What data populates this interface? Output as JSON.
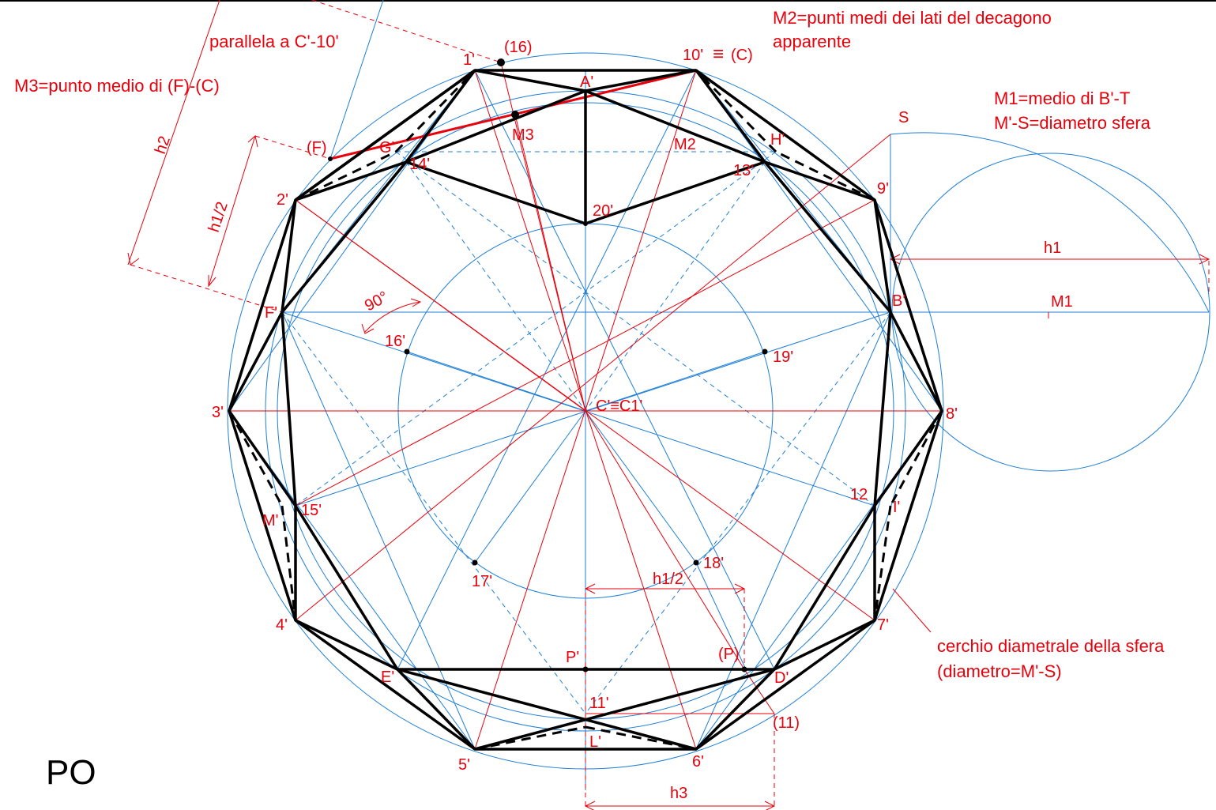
{
  "title": "PO",
  "notes": {
    "m2_line1": "M2=punti medi dei lati del decagono",
    "m2_line2": "apparente",
    "m3": "M3=punto medio di (F)-(C)",
    "parallel": "parallela a C'-10'",
    "m1_line1": "M1=medio di B'-T",
    "m1_line2": "M'-S=diametro sfera",
    "sphere_line1": "cerchio diametrale della sfera",
    "sphere_line2": "(diametro=M'-S)"
  },
  "dimensions": {
    "h1": "h1",
    "h2": "h2",
    "h1_half_left": "h1/2",
    "h1_half_bottom": "h1/2",
    "h3": "h3",
    "angle": "90°"
  },
  "points": {
    "p1": "1'",
    "p16c": "(16)",
    "p10c": "10'",
    "equiv": "≡",
    "pC": "(C)",
    "pA": "A'",
    "pM3": "M3",
    "pM2": "M2",
    "pF_paren": "(F)",
    "pG": "G'",
    "p14": "14'",
    "pH": "H'",
    "p13": "13'",
    "p9": "9'",
    "p2": "2'",
    "p20": "20'",
    "pS": "S",
    "pM1": "M1",
    "pFp": "F'",
    "pB": "B'",
    "p16": "16'",
    "p19": "19'",
    "p3": "3'",
    "pCenter": "C'≡C1'",
    "p8": "8'",
    "p12": "12",
    "pI": "I'",
    "pM": "M'",
    "p15": "15'",
    "p17": "17'",
    "p18": "18'",
    "p4": "4'",
    "p7": "7'",
    "pP": "P'",
    "pPc": "(P)",
    "pE": "E'",
    "pD": "D'",
    "p11": "11'",
    "p11c": "(11)",
    "pL": "L'",
    "p5": "5'",
    "p6": "6'"
  }
}
